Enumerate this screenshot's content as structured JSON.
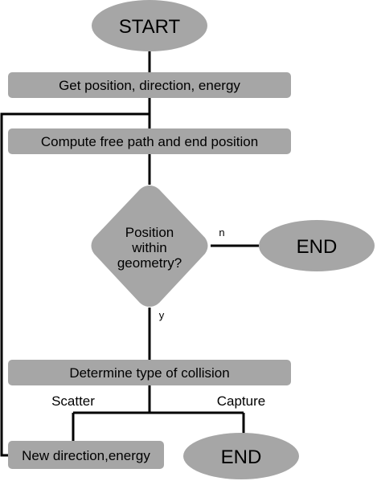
{
  "nodes": {
    "start": "START",
    "get_state": "Get position, direction, energy",
    "compute_path": "Compute free path and end position",
    "decision": [
      "Position",
      "within",
      "geometry?"
    ],
    "end_outside": "END",
    "collision": "Determine type of collision",
    "new_direction": "New direction,energy",
    "end_capture": "END"
  },
  "edges": {
    "no_label": "n",
    "yes_label": "y",
    "scatter_label": "Scatter",
    "capture_label": "Capture"
  },
  "colors": {
    "node_fill": "#a6a6a6",
    "line": "#000000"
  }
}
